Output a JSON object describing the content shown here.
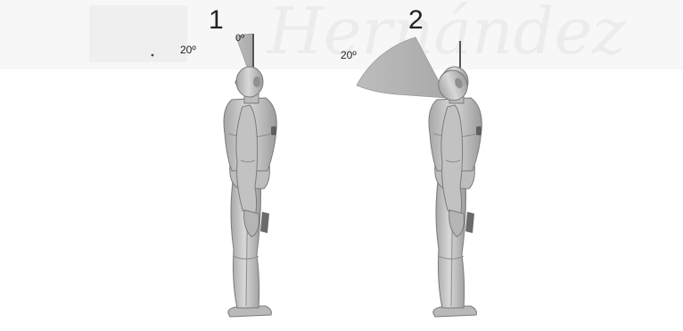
{
  "watermark": {
    "text": "Hernández"
  },
  "figures": [
    {
      "number": "1",
      "angle_back_label": "20º",
      "angle_zero_label": "0º"
    },
    {
      "number": "2",
      "angle_back_label": "20º"
    }
  ],
  "colors": {
    "figure_fill": "#c9c9c9",
    "figure_shade": "#9a9a9a",
    "figure_outline": "#6f6f6f",
    "wedge_fill": "#b8b8b8",
    "line": "#555555",
    "watermark": "#ececec"
  }
}
